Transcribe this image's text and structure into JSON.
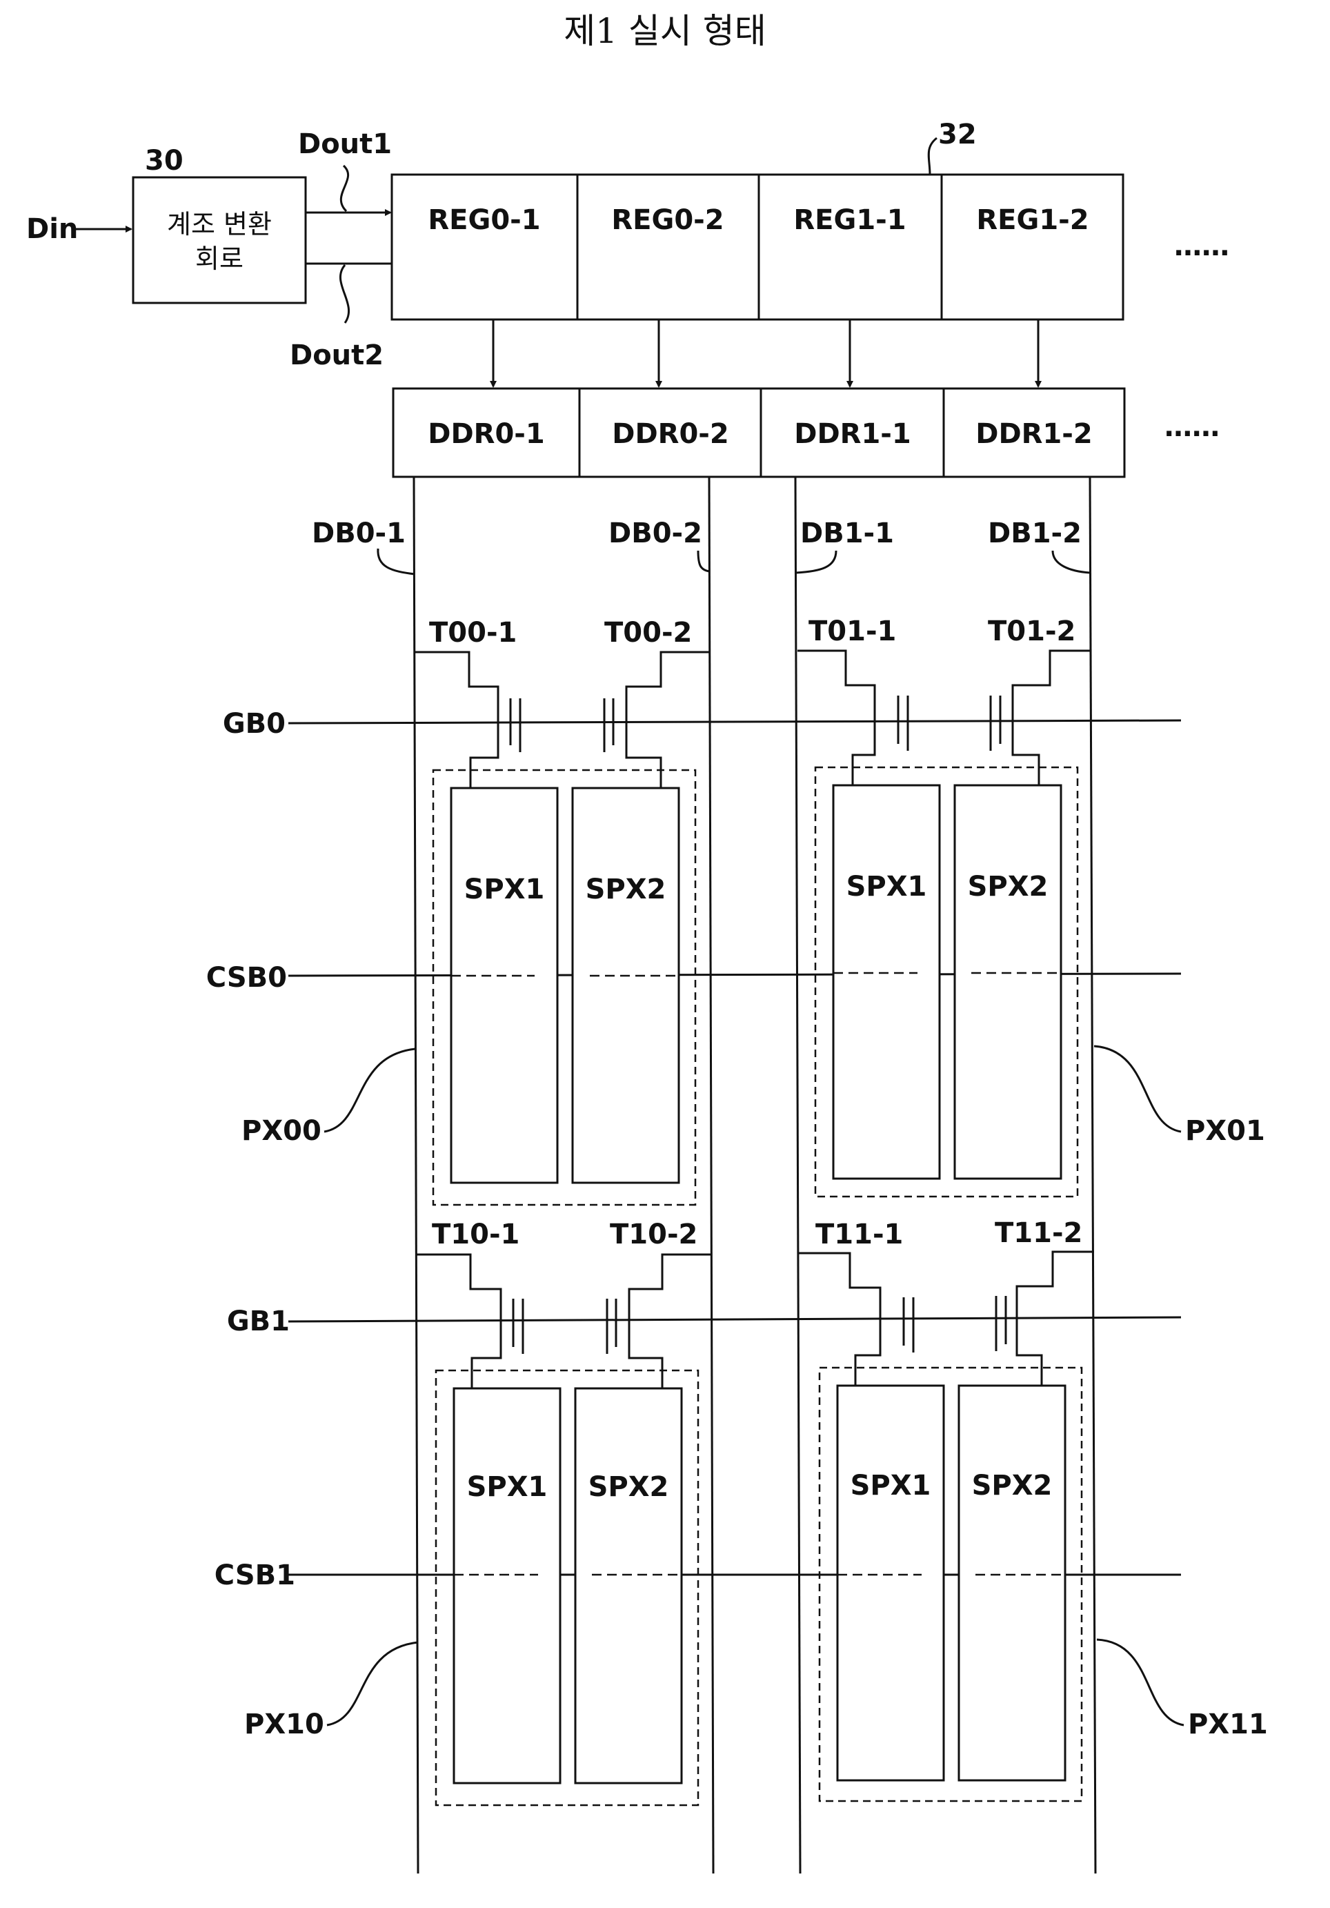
{
  "title": "제1 실시 형태",
  "converter": {
    "ref": "30",
    "line1": "계조 변환",
    "line2": "회로"
  },
  "signals": {
    "input": "Din",
    "out1": "Dout1",
    "out2": "Dout2"
  },
  "register_ref": "32",
  "registers": [
    "REG0-1",
    "REG0-2",
    "REG1-1",
    "REG1-2"
  ],
  "drivers": [
    "DDR0-1",
    "DDR0-2",
    "DDR1-1",
    "DDR1-2"
  ],
  "ellipsis": "……",
  "data_buses": [
    "DB0-1",
    "DB0-2",
    "DB1-1",
    "DB1-2"
  ],
  "gate_buses": [
    "GB0",
    "GB1"
  ],
  "cs_buses": [
    "CSB0",
    "CSB1"
  ],
  "transistors": [
    [
      "T00-1",
      "T00-2",
      "T01-1",
      "T01-2"
    ],
    [
      "T10-1",
      "T10-2",
      "T11-1",
      "T11-2"
    ]
  ],
  "subpixels": [
    "SPX1",
    "SPX2"
  ],
  "pixels": [
    [
      "PX00",
      "PX01"
    ],
    [
      "PX10",
      "PX11"
    ]
  ]
}
